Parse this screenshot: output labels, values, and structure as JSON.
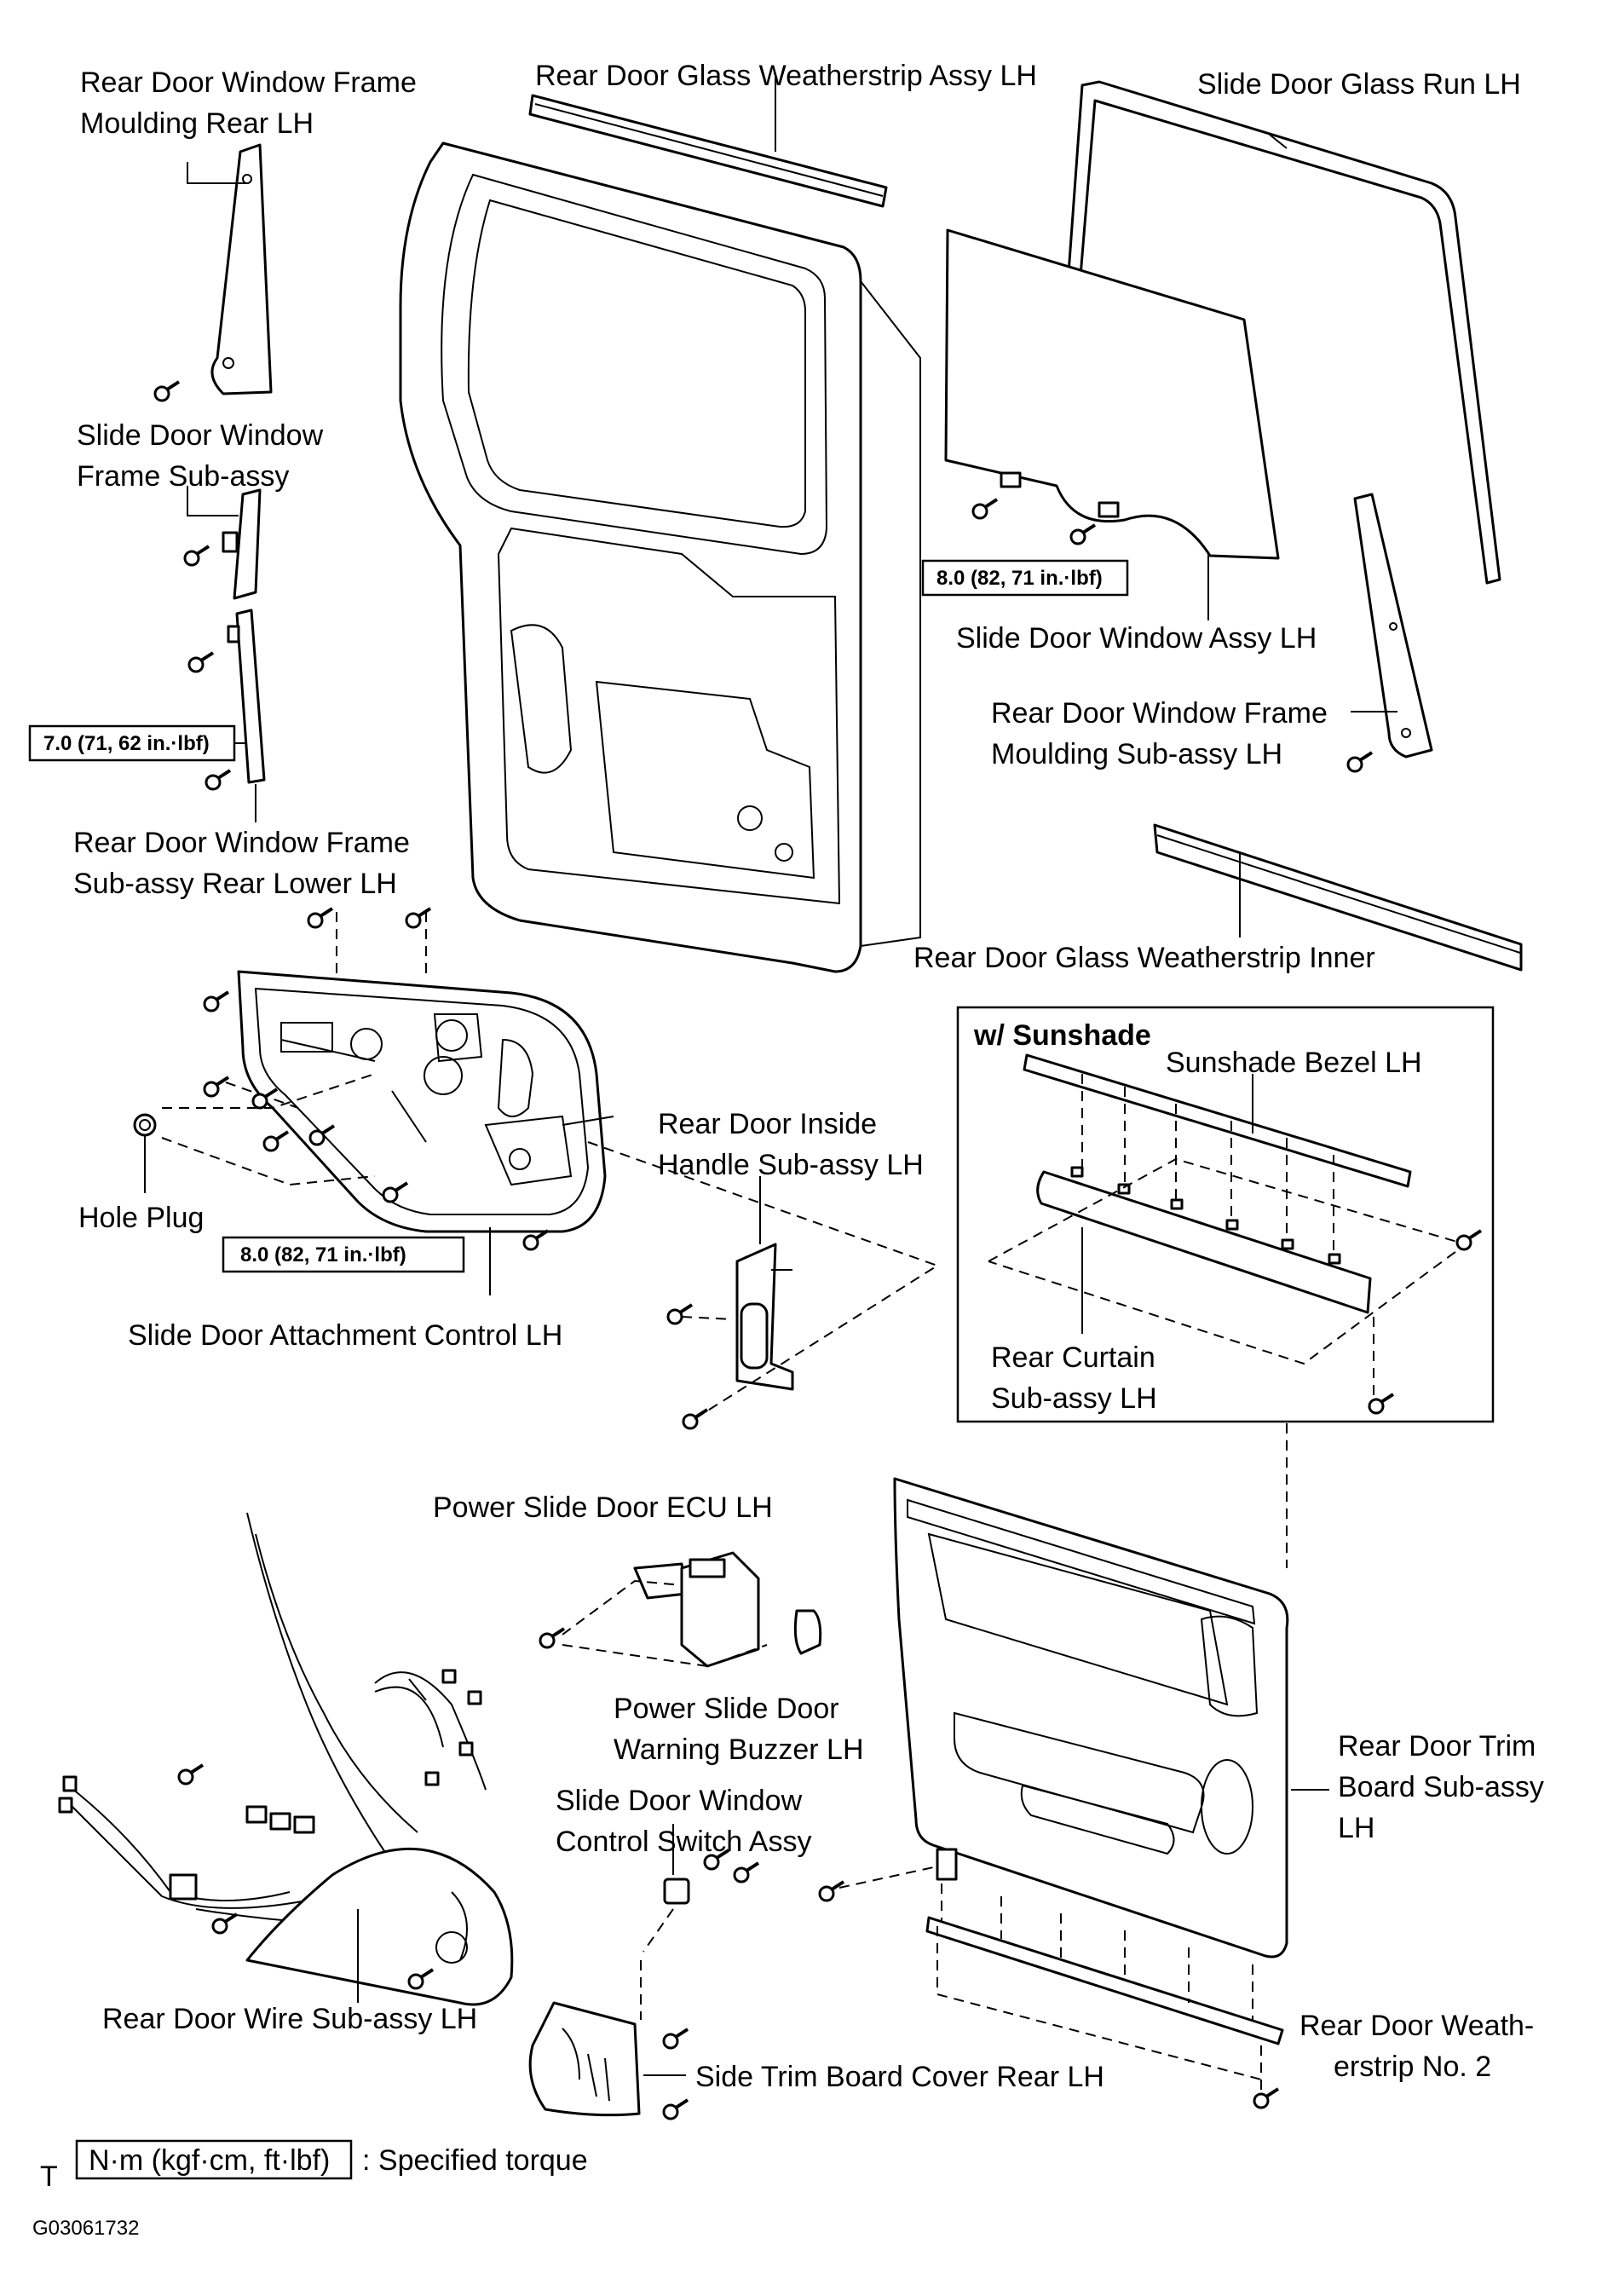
{
  "labels": {
    "frame_moulding_rear": [
      "Rear Door Window Frame",
      "Moulding Rear LH"
    ],
    "glass_weatherstrip": [
      "Rear Door Glass Weatherstrip Assy LH"
    ],
    "glass_run": [
      "Slide Door Glass Run LH"
    ],
    "window_frame_subassy": [
      "Slide Door Window",
      "Frame  Sub-assy"
    ],
    "window_assy": [
      "Slide Door Window Assy LH"
    ],
    "frame_moulding_subassy": [
      "Rear Door Window Frame",
      "Moulding Sub-assy LH"
    ],
    "frame_rear_lower": [
      "Rear Door Window Frame",
      "Sub-assy Rear Lower LH"
    ],
    "weatherstrip_inner": [
      "Rear Door Glass Weatherstrip Inner"
    ],
    "inside_handle": [
      "Rear Door Inside",
      "Handle Sub-assy LH"
    ],
    "hole_plug": [
      "Hole Plug"
    ],
    "attachment_control": [
      "Slide Door Attachment Control LH"
    ],
    "sunshade_bezel": [
      "Sunshade Bezel LH"
    ],
    "rear_curtain": [
      "Rear Curtain",
      "Sub-assy  LH"
    ],
    "ecu": [
      "Power Slide Door ECU LH"
    ],
    "buzzer": [
      "Power Slide Door",
      "Warning Buzzer LH"
    ],
    "switch_assy": [
      "Slide Door Window",
      "Control Switch Assy"
    ],
    "trim_board": [
      "Rear Door Trim",
      "Board  Sub-assy",
      "LH"
    ],
    "wire_subassy": [
      "Rear Door Wire Sub-assy LH"
    ],
    "side_trim_cover": [
      "Side Trim Board Cover Rear LH"
    ],
    "weatherstrip_no2": [
      "Rear  Door  Weath-",
      "erstrip No. 2"
    ]
  },
  "torques": {
    "window_assy": "8.0 (82, 71 in.·lbf)",
    "frame_rear_lower": "7.0 (71, 62 in.·lbf)",
    "attachment_control": "8.0 (82, 71 in.·lbf)"
  },
  "sunshade_box": {
    "title": "w/ Sunshade"
  },
  "legend": {
    "marker": "T",
    "unit": "N·m (kgf·cm, ft·lbf)",
    "text": ": Specified torque"
  },
  "figure_id": "G03061732"
}
